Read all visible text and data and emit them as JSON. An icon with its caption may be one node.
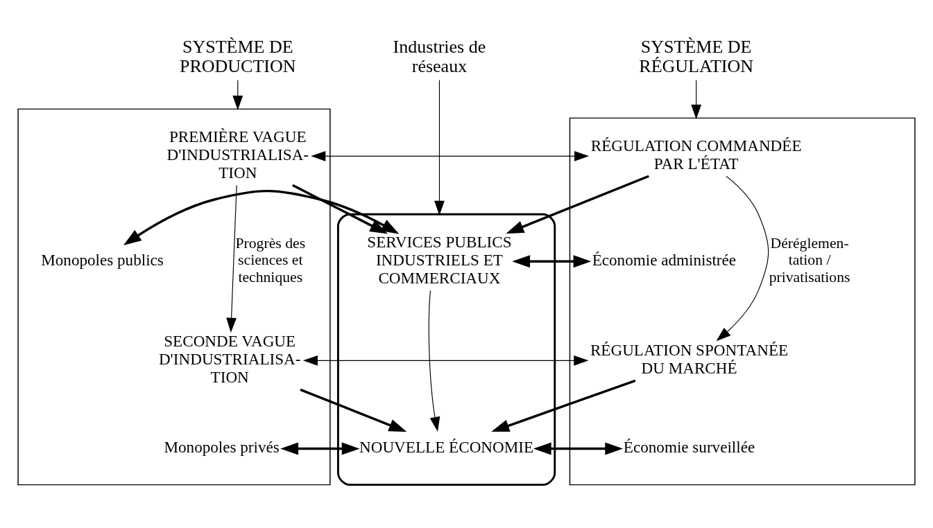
{
  "diagram": {
    "nodes": [
      {
        "text": [
          "SYSTÈME DE PRODUCTION"
        ]
      },
      {
        "text": [
          "Industries de réseaux"
        ]
      },
      {
        "text": [
          "SYSTÈME DE RÉGULATION"
        ]
      },
      {
        "text": [],
        "shape": "box"
      },
      {
        "text": [],
        "shape": "ellipse"
      },
      {
        "text": [],
        "shape": "box"
      },
      {
        "text": [
          "PREMIÈRE VAGUE D'INDUSTRIALISA- TION"
        ],
        "in": 3
      },
      {
        "text": [
          "Monopoles publics"
        ],
        "in": 3
      },
      {
        "text": [
          "SECONDE VAGUE D'INDUSTRIALISA- TION"
        ],
        "in": 3
      },
      {
        "text": [
          "Monopoles privés"
        ],
        "in": 3
      },
      {
        "text": [
          "SERVICES PUBLICS INDUSTRIELS ET COMMERCIAUX"
        ],
        "in": 4
      },
      {
        "text": [
          "NOUVELLE ÉCONOMIE"
        ],
        "in": 4
      },
      {
        "text": [
          "RÉGULATION COMMANDÉE PAR L'ÉTAT"
        ],
        "in": 5
      },
      {
        "text": [
          "Économie administrée"
        ],
        "in": 5
      },
      {
        "text": [
          "RÉGULATION SPONTANÉE DU MARCHÉ"
        ],
        "in": 5
      },
      {
        "text": [
          "Économie surveillée"
        ],
        "in": 5
      }
    ],
    "edges": [
      {
        "from": 0,
        "to": 3,
        "arrow": "to"
      },
      {
        "from": 1,
        "to": 4,
        "arrow": "to"
      },
      {
        "from": 2,
        "to": 5,
        "arrow": "to"
      },
      {
        "from": 6,
        "to": 12,
        "arrow": "both"
      },
      {
        "from": 6,
        "to": 10,
        "arrow": "to",
        "style": "thick"
      },
      {
        "from": 12,
        "to": 10,
        "arrow": "to",
        "style": "thick"
      },
      {
        "from": 6,
        "to": 8,
        "arrow": "to",
        "label": "Progrès des sciences et techniques"
      },
      {
        "from": 7,
        "to": 10,
        "arrow": "both",
        "style": "thick"
      },
      {
        "from": 10,
        "to": 13,
        "arrow": "both",
        "style": "thick"
      },
      {
        "from": 12,
        "to": 14,
        "arrow": "to",
        "label": "Déréglemen- tation / privatisations"
      },
      {
        "from": 8,
        "to": 14,
        "arrow": "both"
      },
      {
        "from": 10,
        "to": 11,
        "arrow": "to"
      },
      {
        "from": 8,
        "to": 11,
        "arrow": "to",
        "style": "thick"
      },
      {
        "from": 14,
        "to": 11,
        "arrow": "to",
        "style": "thick"
      },
      {
        "from": 9,
        "to": 11,
        "arrow": "both",
        "style": "thick"
      },
      {
        "from": 11,
        "to": 15,
        "arrow": "both",
        "style": "thick"
      }
    ]
  }
}
